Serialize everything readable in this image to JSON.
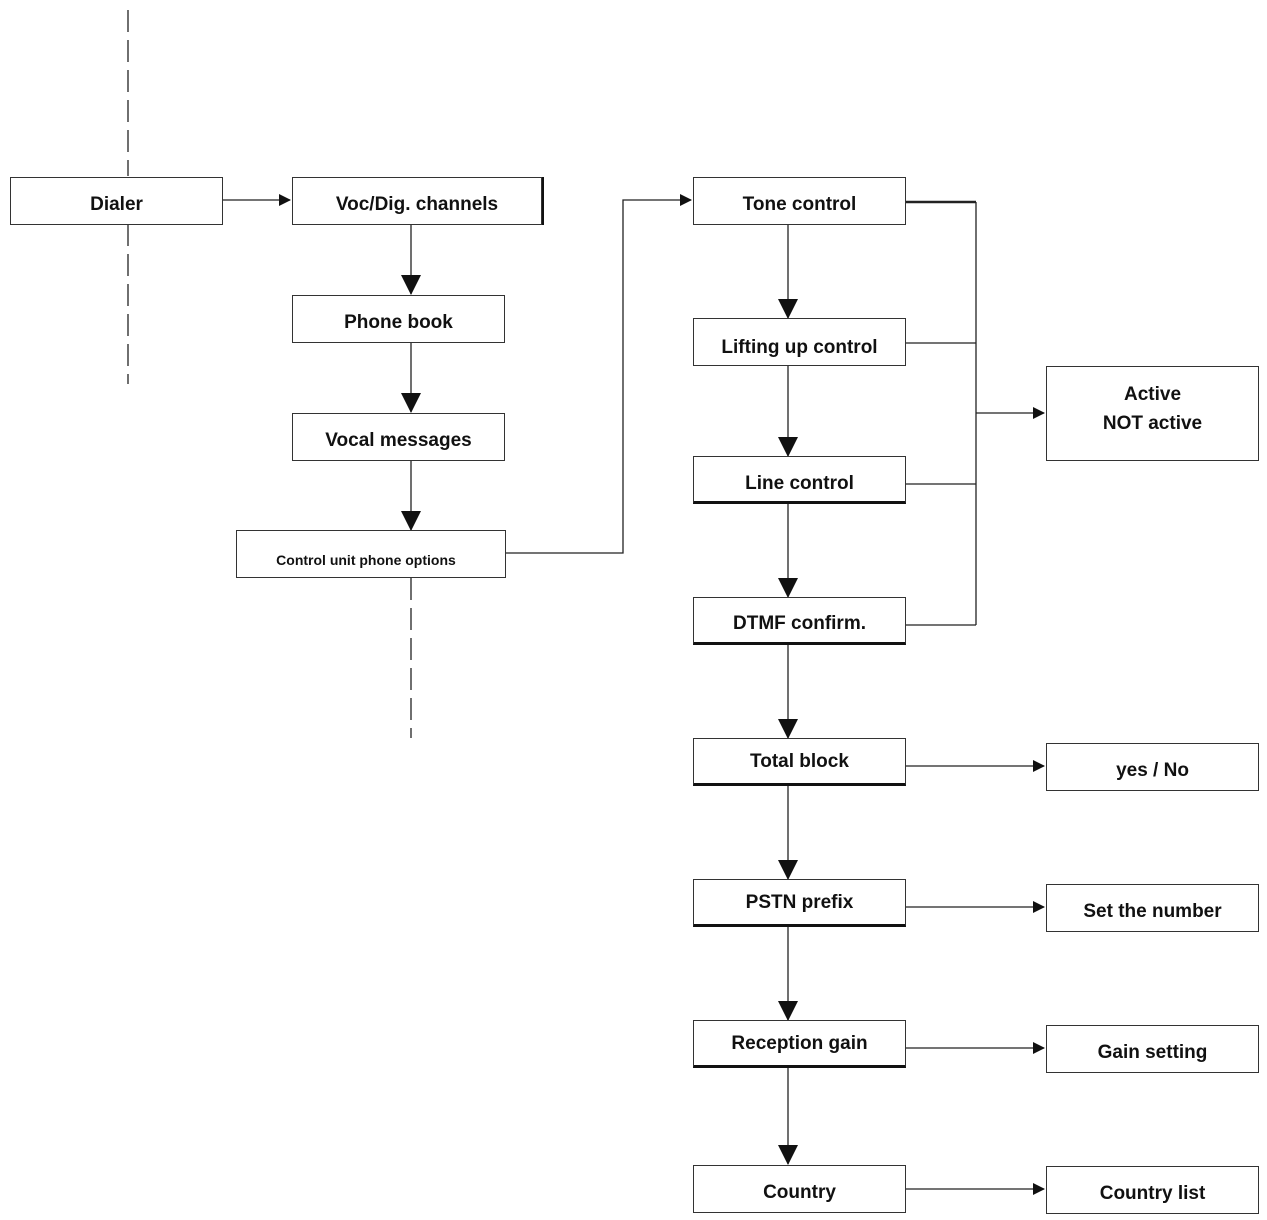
{
  "nodes": {
    "dialer": "Dialer",
    "voc_dig_channels": "Voc/Dig. channels",
    "phone_book": "Phone book",
    "vocal_messages": "Vocal messages",
    "control_unit_phone_options": "Control unit phone options",
    "tone_control": "Tone control",
    "lifting_up_control": "Lifting up control",
    "line_control": "Line control",
    "dtmf_confirm": "DTMF confirm.",
    "total_block": "Total block",
    "pstn_prefix": "PSTN prefix",
    "reception_gain": "Reception gain",
    "country": "Country",
    "active_state": [
      "Active",
      "NOT active"
    ],
    "yes_no": "yes / No",
    "set_the_number": "Set the number",
    "gain_setting": "Gain setting",
    "country_list": "Country list"
  },
  "colors": {
    "line": "#222222",
    "border": "#333333",
    "text": "#111111",
    "background": "#ffffff"
  }
}
